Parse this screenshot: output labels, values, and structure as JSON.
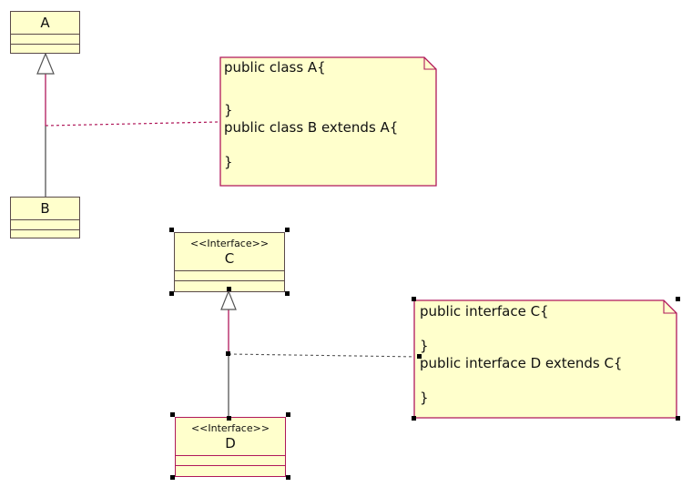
{
  "classes": {
    "a": {
      "name": "A"
    },
    "b": {
      "name": "B"
    },
    "c": {
      "stereotype": "<<Interface>>",
      "name": "C"
    },
    "d": {
      "stereotype": "<<Interface>>",
      "name": "D"
    }
  },
  "notes": {
    "class_note": {
      "lines": [
        "public class A{",
        "",
        "}",
        "public class B extends A{",
        "",
        "}"
      ]
    },
    "interface_note": {
      "lines": [
        "public interface C{",
        "",
        "}",
        "public interface D extends C{",
        "",
        "}"
      ]
    }
  },
  "colors": {
    "fill": "#ffffcc",
    "accent": "#b0185a",
    "line": "#555555"
  }
}
